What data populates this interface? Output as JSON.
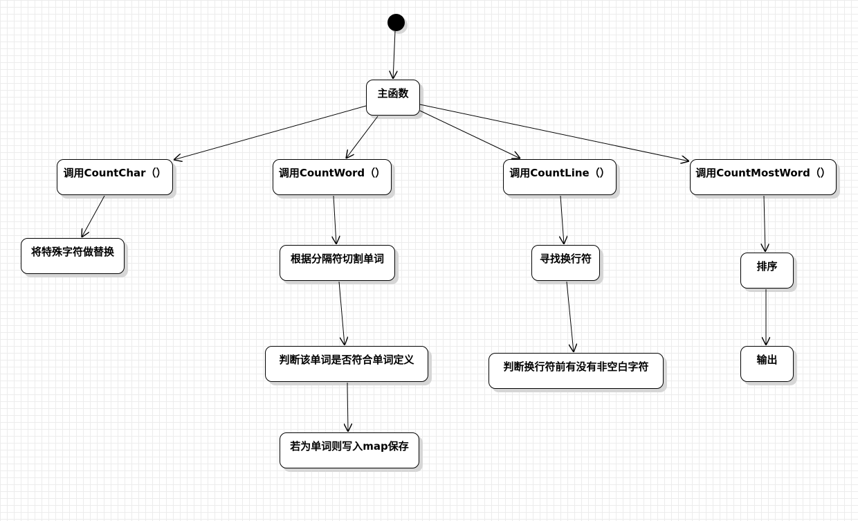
{
  "diagram": {
    "nodes": {
      "main": "主函数",
      "call_char": "调用CountChar（）",
      "call_word": "调用CountWord（）",
      "call_line": "调用CountLine（）",
      "call_most": "调用CountMostWord（）",
      "replace_special": "将特殊字符做替换",
      "split_words": "根据分隔符切割单词",
      "check_word": "判断该单词是否符合单词定义",
      "save_map": "若为单词则写入map保存",
      "find_newline": "寻找换行符",
      "check_nonblank": "判断换行符前有没有非空白字符",
      "sort": "排序",
      "output": "输出"
    },
    "edges": [
      {
        "from": "start",
        "to": "main"
      },
      {
        "from": "main",
        "to": "call_char"
      },
      {
        "from": "main",
        "to": "call_word"
      },
      {
        "from": "main",
        "to": "call_line"
      },
      {
        "from": "main",
        "to": "call_most"
      },
      {
        "from": "call_char",
        "to": "replace_special"
      },
      {
        "from": "call_word",
        "to": "split_words"
      },
      {
        "from": "split_words",
        "to": "check_word"
      },
      {
        "from": "check_word",
        "to": "save_map"
      },
      {
        "from": "call_line",
        "to": "find_newline"
      },
      {
        "from": "find_newline",
        "to": "check_nonblank"
      },
      {
        "from": "call_most",
        "to": "sort"
      },
      {
        "from": "sort",
        "to": "output"
      }
    ]
  }
}
